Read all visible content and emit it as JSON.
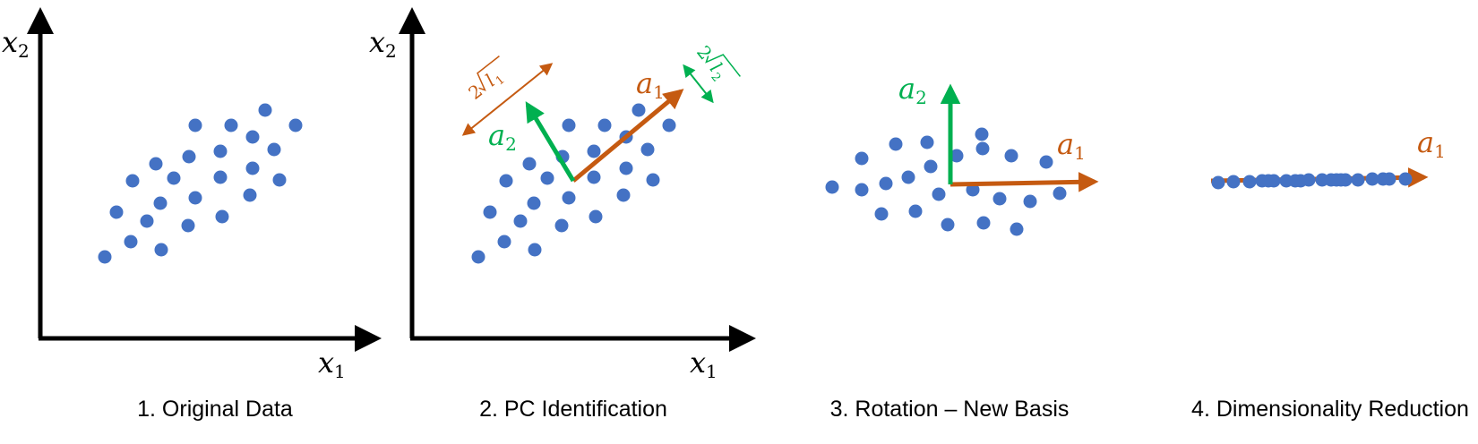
{
  "colors": {
    "points": "#4472C4",
    "pc1": "#C55A11",
    "pc2": "#00B050",
    "axis": "#000000"
  },
  "panels": [
    {
      "caption": "1. Original Data",
      "x_label": "x",
      "x_sub": "1",
      "y_label": "x",
      "y_sub": "2"
    },
    {
      "caption": "2. PC Identification",
      "x_label": "x",
      "x_sub": "1",
      "y_label": "x",
      "y_sub": "2",
      "pc1_label": "a",
      "pc1_sub": "1",
      "pc2_label": "a",
      "pc2_sub": "2",
      "len1_coef": "2",
      "len1_var": "l",
      "len1_sub": "1",
      "len2_coef": "2",
      "len2_var": "l",
      "len2_sub": "2"
    },
    {
      "caption": "3. Rotation – New Basis",
      "pc1_label": "a",
      "pc1_sub": "1",
      "pc2_label": "a",
      "pc2_sub": "2"
    },
    {
      "caption": "4. Dimensionality Reduction",
      "pc1_label": "a",
      "pc1_sub": "1"
    }
  ],
  "icons": {
    "point": "circle-marker",
    "arrow": "arrowhead"
  }
}
